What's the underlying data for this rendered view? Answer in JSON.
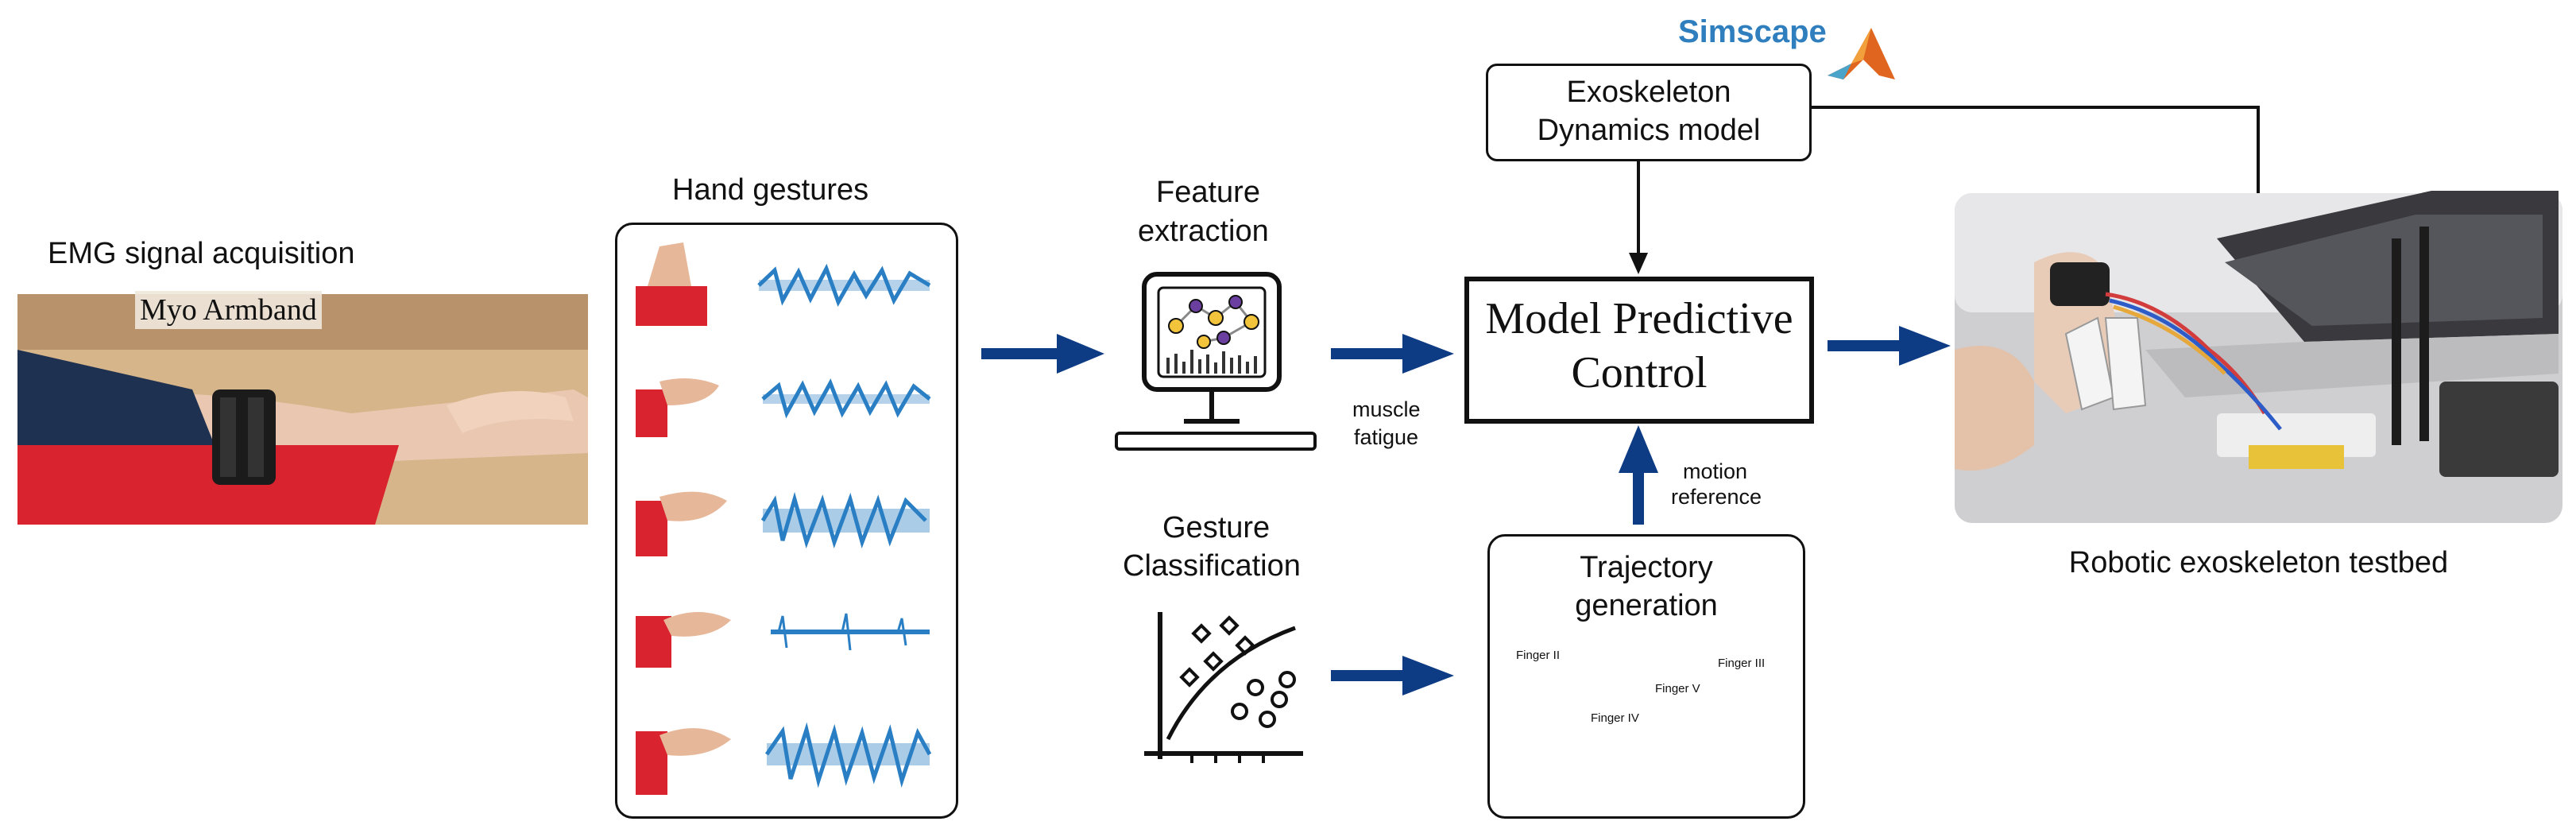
{
  "emg": {
    "title": "EMG signal acquisition",
    "device_label": "Myo Armband"
  },
  "hand_gestures": {
    "title": "Hand gestures",
    "rows": 5
  },
  "feature_extraction": {
    "line1": "Feature",
    "line2": "extraction",
    "icon": "monitor-network-icon"
  },
  "gesture_classification": {
    "line1": "Gesture",
    "line2": "Classification",
    "icon": "scatter-classification-icon"
  },
  "dynamics_model": {
    "line1": "Exoskeleton",
    "line2": "Dynamics model",
    "tool_label": "Simscape",
    "tool_icon": "matlab-logo-icon"
  },
  "mpc": {
    "line1": "Model Predictive",
    "line2": "Control"
  },
  "annotations": {
    "muscle_line1": "muscle",
    "muscle_line2": "fatigue",
    "motion_line1": "motion",
    "motion_line2": "reference"
  },
  "trajectory": {
    "line1": "Trajectory",
    "line2": "generation",
    "finger_labels": [
      "Finger II",
      "Finger IV",
      "Finger V",
      "Finger III"
    ]
  },
  "testbed": {
    "caption": "Robotic exoskeleton testbed"
  },
  "colors": {
    "arrow": "#0d3b84",
    "signal": "#2a7fc4",
    "simscape": "#2f7fbf",
    "matlab": "#e0661f",
    "marker": "#e0262a"
  }
}
